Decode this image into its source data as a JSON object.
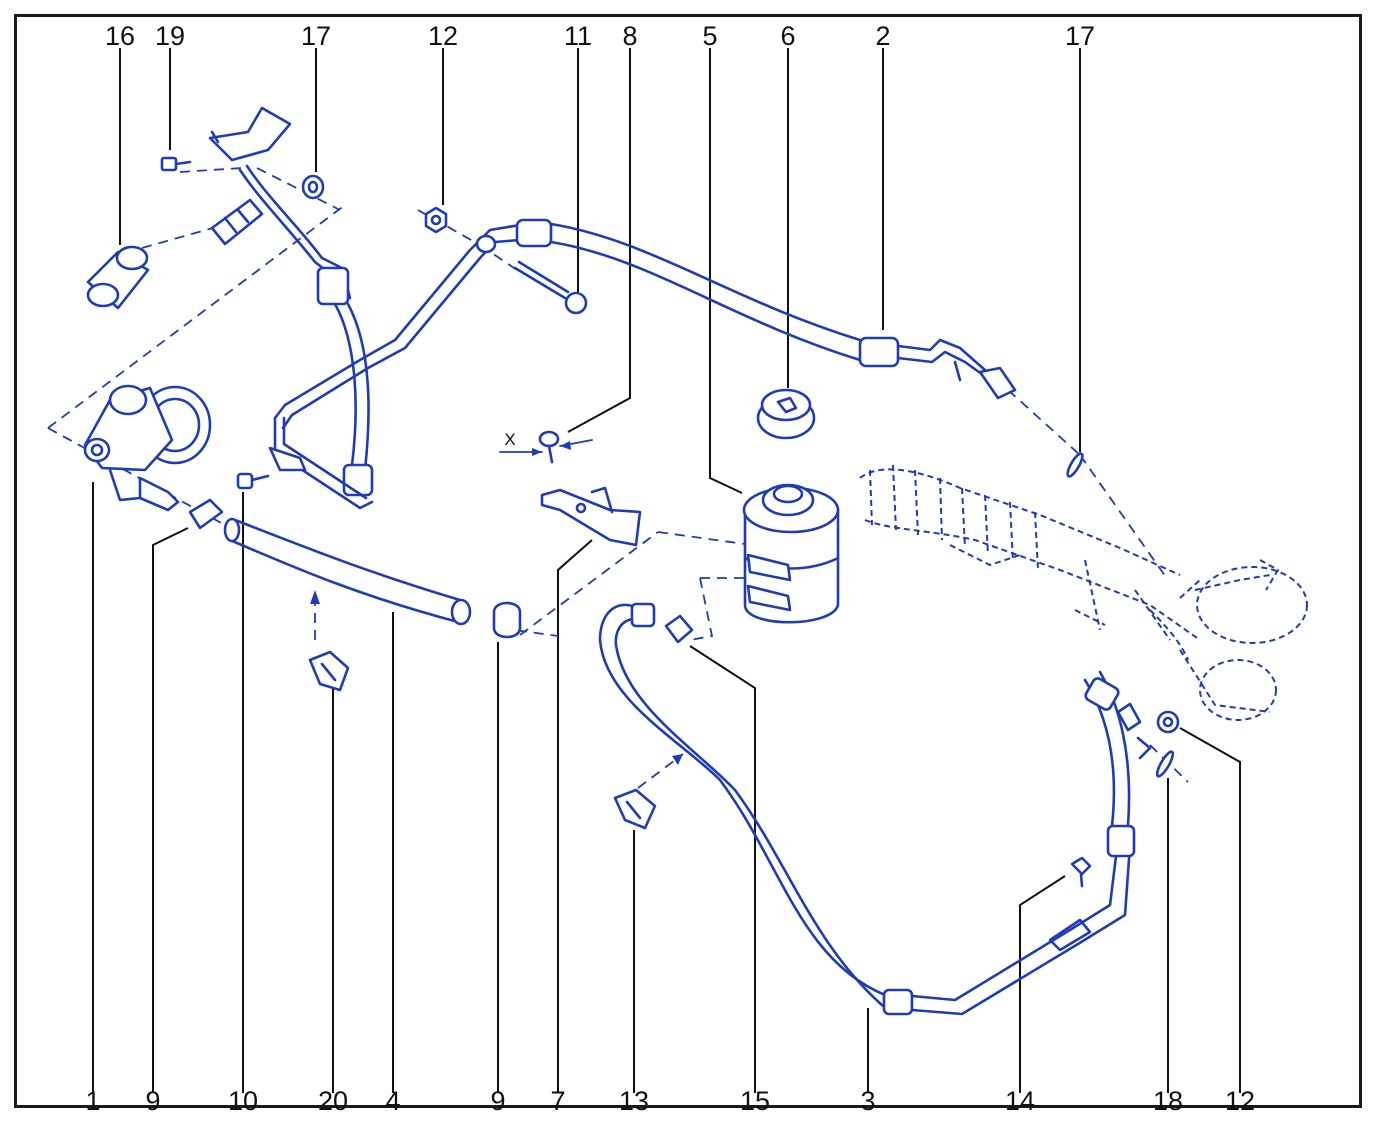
{
  "labels": {
    "top": [
      "16",
      "19",
      "17",
      "12",
      "11",
      "8",
      "5",
      "6",
      "2",
      "17"
    ],
    "bottom": [
      "1",
      "9",
      "10",
      "20",
      "4",
      "9",
      "7",
      "13",
      "15",
      "3",
      "14",
      "18",
      "12"
    ]
  },
  "dimension_marker": "X",
  "colors": {
    "ink": "#1f3cb4",
    "frame": "#1a1a1a",
    "text": "#111111"
  }
}
